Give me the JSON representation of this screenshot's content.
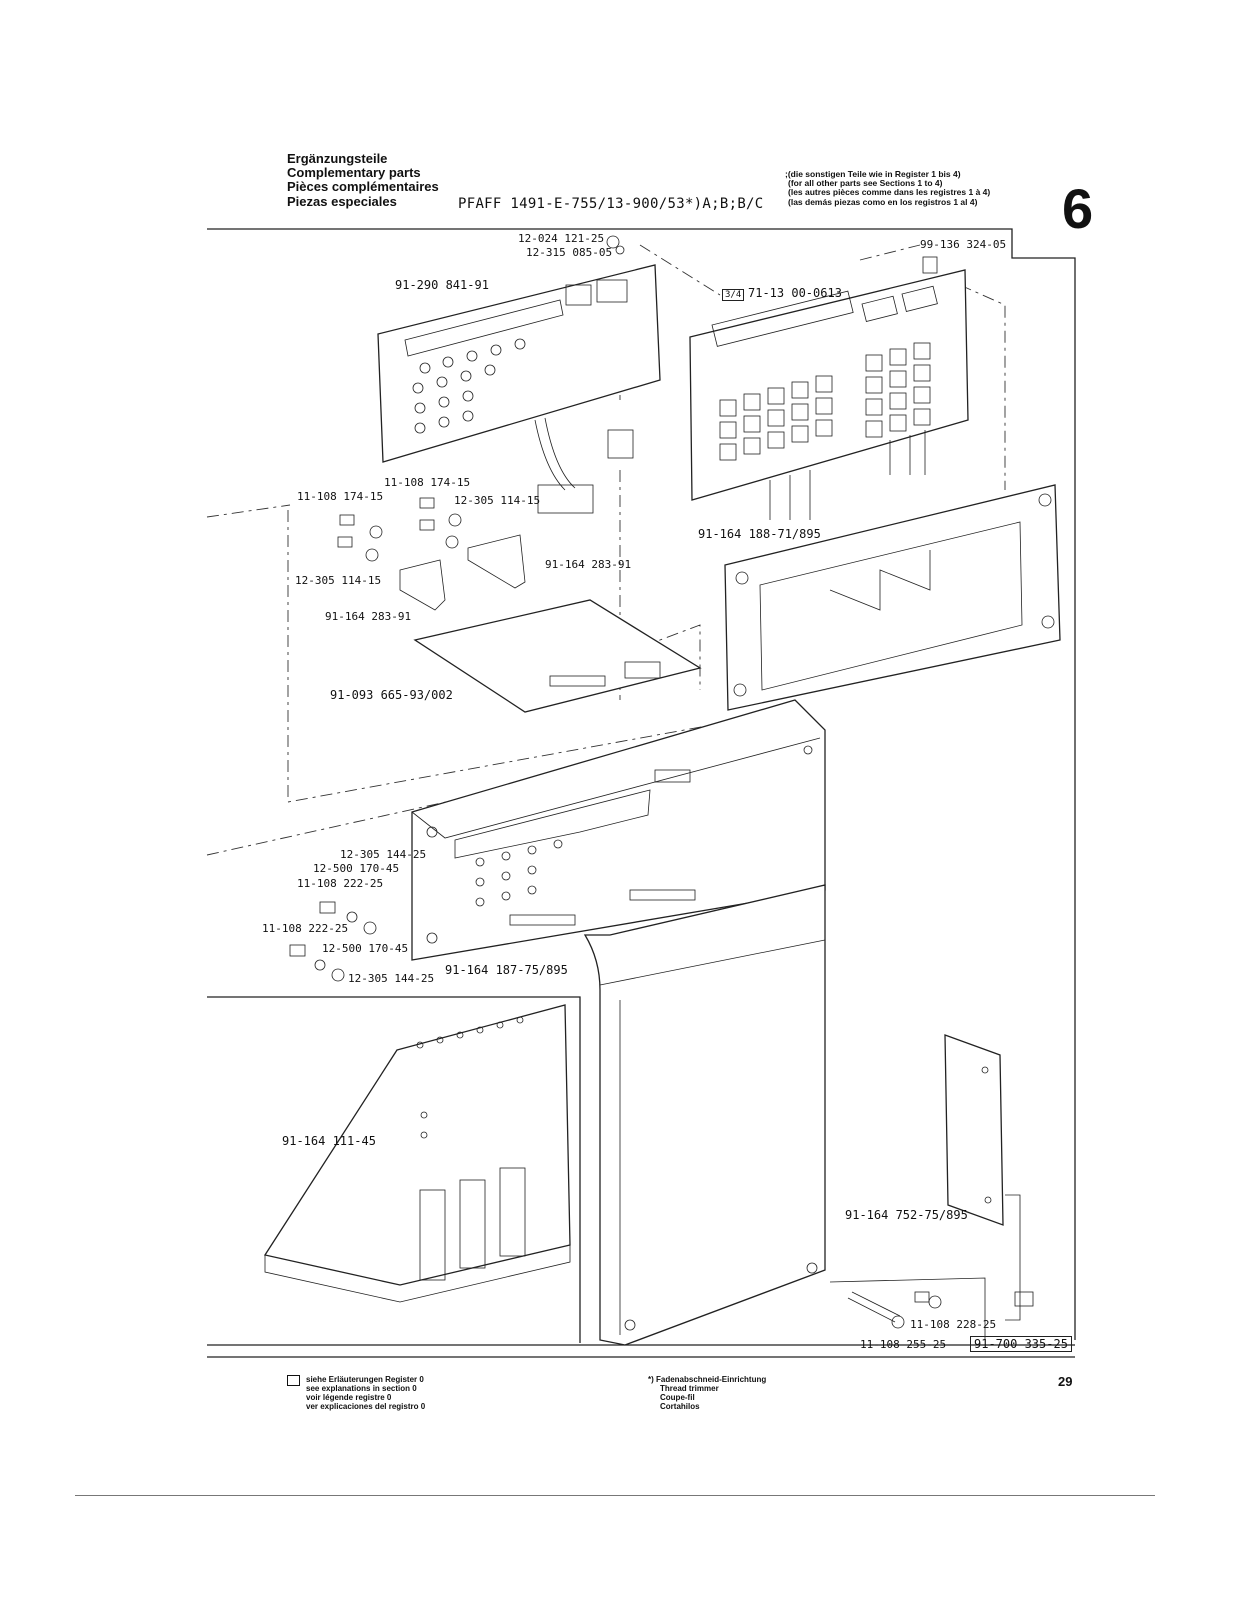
{
  "header": {
    "title_de": "Ergänzungsteile",
    "title_en": "Complementary parts",
    "title_fr": "Pièces complémentaires",
    "title_es": "Piezas especiales",
    "model": "PFAFF 1491-E-755/13-900/53*)A;B;B/C",
    "note_de": ";(die sonstigen Teile wie in Register 1 bis 4)",
    "note_en": "(for all other parts see Sections 1 to 4)",
    "note_fr": "(les autres pièces comme dans les registres 1 à 4)",
    "note_es": "(las demás piezas como en los registros 1 al 4)",
    "section_number": "6"
  },
  "parts": {
    "p01": "12-024 121-25",
    "p02": "12-315 085-05",
    "p03": "99-136 324-05",
    "p04": "91-290 841-91",
    "p05_box": "3/4",
    "p05": "71-13 00-0613",
    "p06": "11-108 174-15",
    "p07": "11-108 174-15",
    "p08": "12-305 114-15",
    "p09": "12-305 114-15",
    "p10": "91-164 283-91",
    "p11": "91-164 283-91",
    "p12": "91-164 188-71/895",
    "p13": "91-093 665-93/002",
    "p14": "12-305 144-25",
    "p15": "12-500 170-45",
    "p16": "11-108 222-25",
    "p17": "11-108 222-25",
    "p18": "12-500 170-45",
    "p19": "12-305 144-25",
    "p20": "91-164 187-75/895",
    "p21": "91-164 111-45",
    "p22": "91-164 752-75/895",
    "p23": "11-108 228-25",
    "p24": "11-108 255-25",
    "p25": "91-700 335-25"
  },
  "footer": {
    "legend_de": "siehe Erläuterungen Register 0",
    "legend_en": "see explanations in section 0",
    "legend_fr": "voir légende registre 0",
    "legend_es": "ver explicaciones del registro 0",
    "star_de": "*) Fadenabschneid-Einrichtung",
    "star_en": "Thread trimmer",
    "star_fr": "Coupe-fil",
    "star_es": "Cortahilos",
    "page_number": "29"
  }
}
